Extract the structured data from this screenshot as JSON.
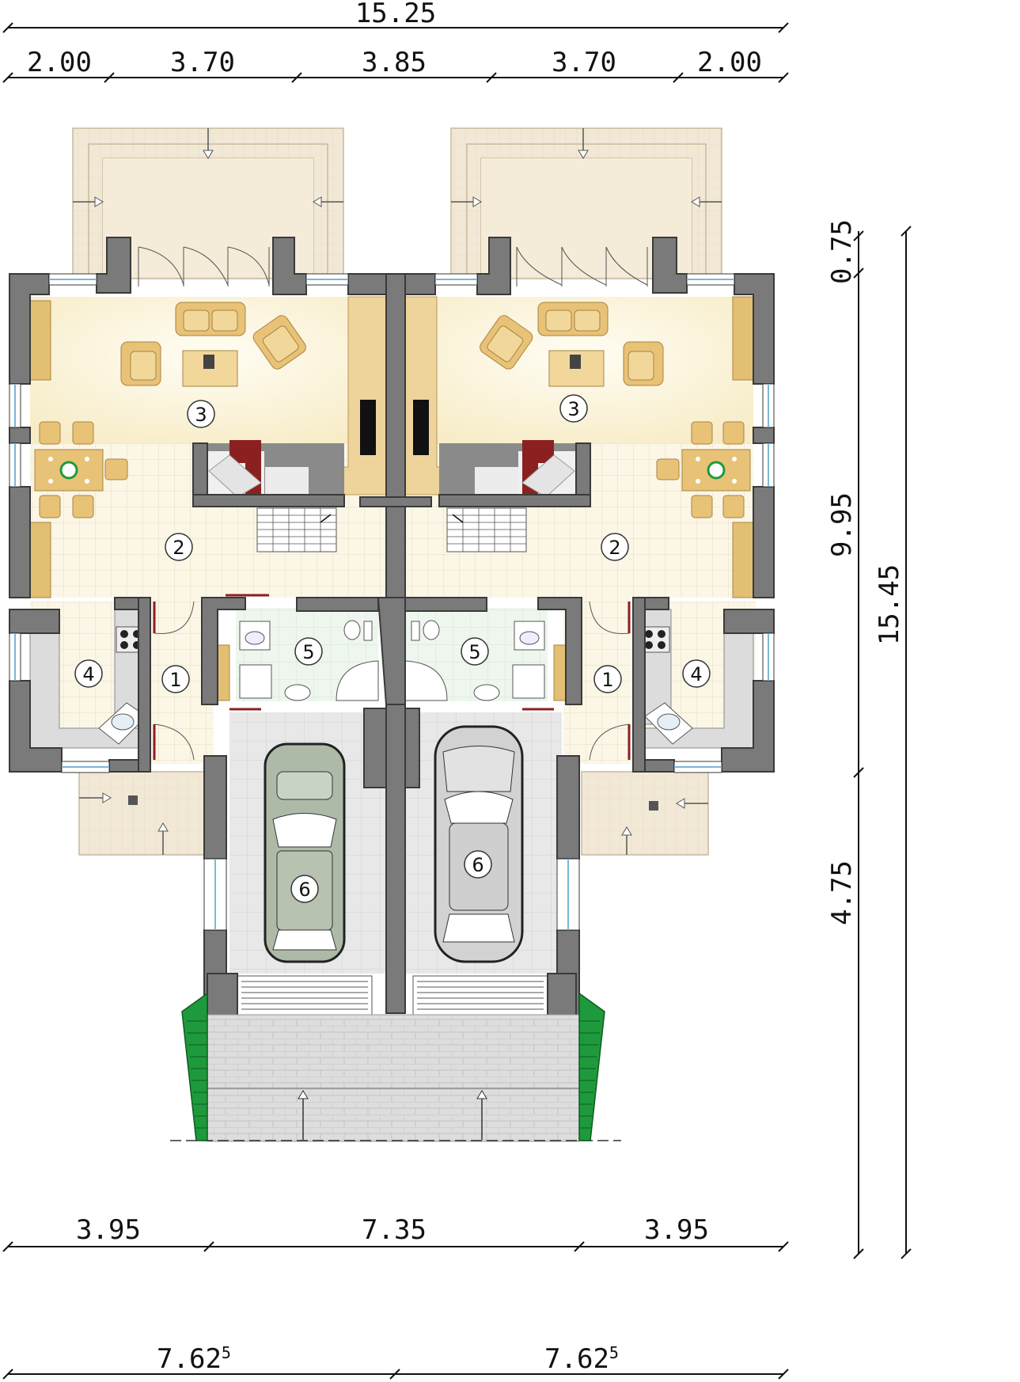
{
  "dimensions": {
    "top_total": "15.25",
    "top_segments": [
      "2.00",
      "3.70",
      "3.85",
      "3.70",
      "2.00"
    ],
    "bottom_segments": [
      "3.95",
      "7.35",
      "3.95"
    ],
    "bottom_halves": [
      {
        "value": "7.62",
        "superscript": "5"
      },
      {
        "value": "7.62",
        "superscript": "5"
      }
    ],
    "right_segments": [
      "0.75",
      "9.95",
      "4.75"
    ],
    "right_total": "15.45"
  },
  "rooms": {
    "left": {
      "hall": "1",
      "dining": "2",
      "living": "3",
      "kitchen": "4",
      "bathroom": "5",
      "garage": "6"
    },
    "right": {
      "hall": "1",
      "dining": "2",
      "living": "3",
      "kitchen": "4",
      "bathroom": "5",
      "garage": "6"
    }
  },
  "colors": {
    "wall": "#7a7a7a",
    "living_floor": "#fbf3d8",
    "tile_floor": "#fbf6e6",
    "terrace": "#f1e8d6",
    "garage_floor": "#e6e6e6",
    "bathroom_floor": "#eef6ee",
    "furniture": "#e8c277",
    "greenery": "#1e9a3c",
    "fireplace_wall": "#eed49a",
    "car_left": "#aebaa8",
    "car_right": "#d2d2d2"
  }
}
